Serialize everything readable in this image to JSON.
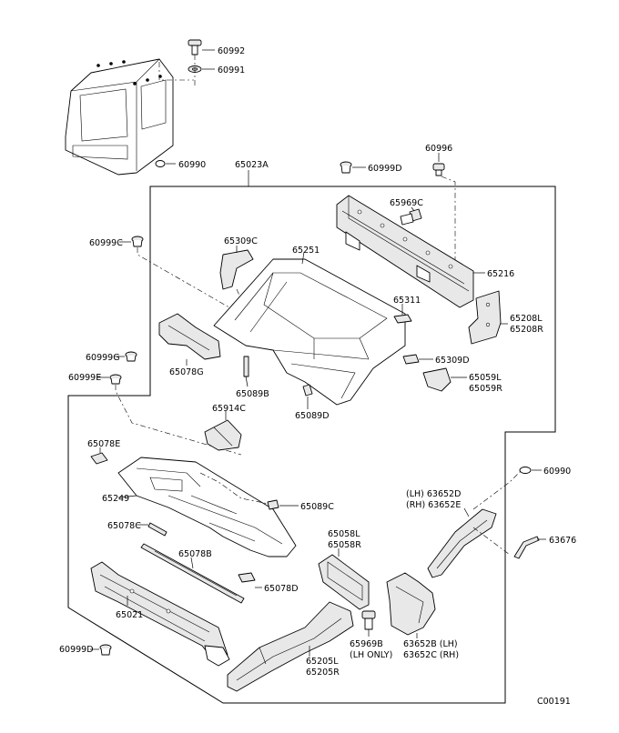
{
  "diagram": {
    "labels": [
      {
        "id": "p60992",
        "text": "60992"
      },
      {
        "id": "p60991",
        "text": "60991"
      },
      {
        "id": "p60990a",
        "text": "60990"
      },
      {
        "id": "p65023A",
        "text": "65023A"
      },
      {
        "id": "p60999D_top",
        "text": "60999D"
      },
      {
        "id": "p60996",
        "text": "60996"
      },
      {
        "id": "p65969C",
        "text": "65969C"
      },
      {
        "id": "p60999C",
        "text": "60999C"
      },
      {
        "id": "p65309C",
        "text": "65309C"
      },
      {
        "id": "p65251",
        "text": "65251"
      },
      {
        "id": "p65216",
        "text": "65216"
      },
      {
        "id": "p65311",
        "text": "65311"
      },
      {
        "id": "p65208L",
        "text": "65208L"
      },
      {
        "id": "p65208R",
        "text": "65208R"
      },
      {
        "id": "p60999G",
        "text": "60999G"
      },
      {
        "id": "p60999E",
        "text": "60999E"
      },
      {
        "id": "p65078G",
        "text": "65078G"
      },
      {
        "id": "p65089B",
        "text": "65089B"
      },
      {
        "id": "p65309D",
        "text": "65309D"
      },
      {
        "id": "p65059L",
        "text": "65059L"
      },
      {
        "id": "p65059R",
        "text": "65059R"
      },
      {
        "id": "p65089D",
        "text": "65089D"
      },
      {
        "id": "p65914C",
        "text": "65914C"
      },
      {
        "id": "p65078E",
        "text": "65078E"
      },
      {
        "id": "p60990b",
        "text": "60990"
      },
      {
        "id": "p63652D",
        "text": "(LH) 63652D"
      },
      {
        "id": "p63652E",
        "text": "(RH) 63652E"
      },
      {
        "id": "p65249",
        "text": "65249"
      },
      {
        "id": "p65089C",
        "text": "65089C"
      },
      {
        "id": "p65078C",
        "text": "65078C"
      },
      {
        "id": "p65058L",
        "text": "65058L"
      },
      {
        "id": "p65058R",
        "text": "65058R"
      },
      {
        "id": "p63676",
        "text": "63676"
      },
      {
        "id": "p65078B",
        "text": "65078B"
      },
      {
        "id": "p65078D",
        "text": "65078D"
      },
      {
        "id": "p65021",
        "text": "65021"
      },
      {
        "id": "p65969B",
        "text": "65969B"
      },
      {
        "id": "p65969B_note",
        "text": "(LH ONLY)"
      },
      {
        "id": "p63652B",
        "text": "63652B (LH)"
      },
      {
        "id": "p63652C",
        "text": "63652C (RH)"
      },
      {
        "id": "p60999D_bot",
        "text": "60999D"
      },
      {
        "id": "p65205L",
        "text": "65205L"
      },
      {
        "id": "p65205R",
        "text": "65205R"
      }
    ],
    "figure_code": "C00191"
  }
}
